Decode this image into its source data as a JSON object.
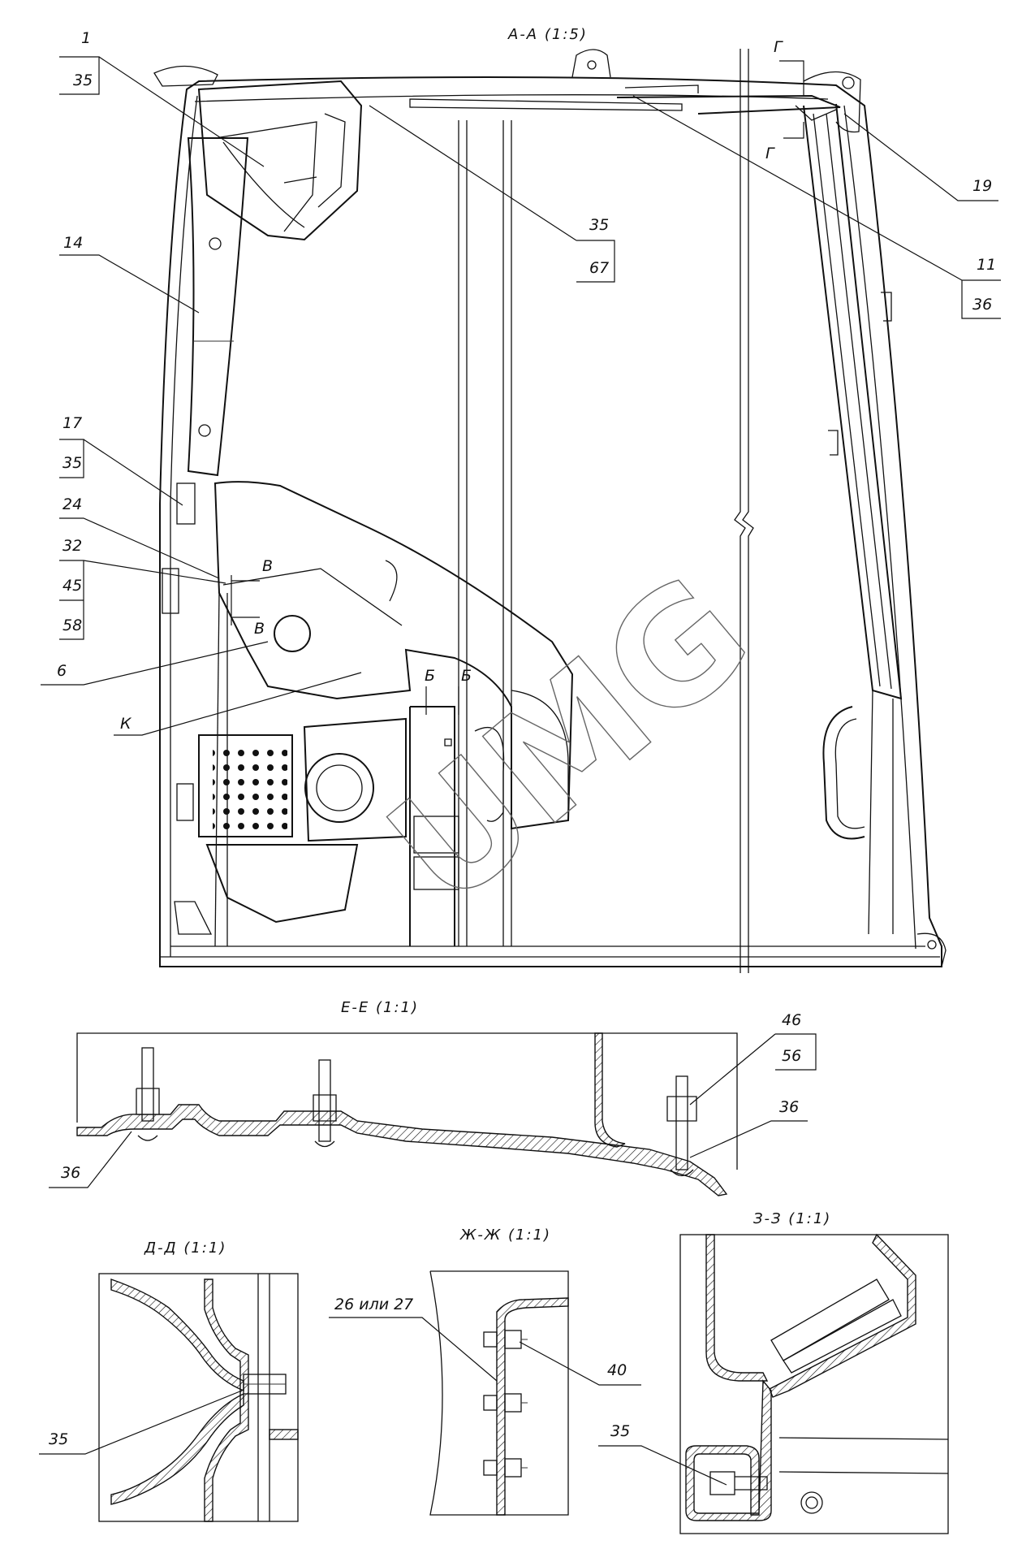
{
  "main_view": {
    "title": "А-А (1:5)",
    "section_marks": [
      "Г",
      "Г",
      "В",
      "В",
      "Б",
      "Б",
      "К"
    ],
    "callouts_left": [
      {
        "top": "1",
        "bottom": "35"
      },
      {
        "top": "14"
      },
      {
        "top": "17",
        "bottom": "35"
      },
      {
        "top": "24"
      },
      {
        "top": "32",
        "middle": "45",
        "bottom": "58"
      },
      {
        "top": "6"
      },
      {
        "top": "К"
      }
    ],
    "callouts_right": [
      {
        "top": "35",
        "bottom": "67"
      },
      {
        "top": "19"
      },
      {
        "top": "11",
        "bottom": "36"
      }
    ]
  },
  "section_ee": {
    "title": "Е-Е (1:1)",
    "callouts": [
      {
        "top": "46",
        "bottom": "56"
      },
      {
        "top": "36"
      },
      {
        "top": "36"
      }
    ]
  },
  "section_dd": {
    "title": "Д-Д (1:1)",
    "callouts": [
      "35"
    ]
  },
  "section_zhzh": {
    "title": "Ж-Ж (1:1)",
    "callouts": [
      "26 или 27",
      "40"
    ]
  },
  "section_zz": {
    "title": "З-З (1:1)",
    "callouts": [
      "35"
    ]
  },
  "watermark": "UMG"
}
